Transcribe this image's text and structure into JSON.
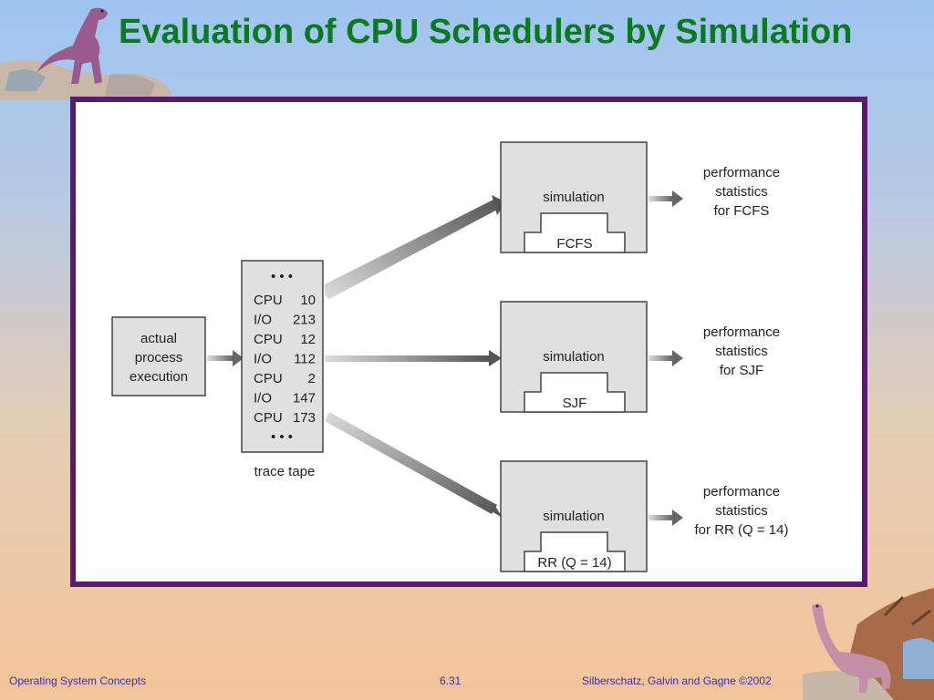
{
  "slide": {
    "title": "Evaluation of CPU Schedulers by Simulation"
  },
  "diagram": {
    "source_box": [
      "actual",
      "process",
      "execution"
    ],
    "trace": {
      "dots": "• • •",
      "rows": [
        {
          "op": "CPU",
          "val": "10"
        },
        {
          "op": "I/O",
          "val": "213"
        },
        {
          "op": "CPU",
          "val": "12"
        },
        {
          "op": "I/O",
          "val": "112"
        },
        {
          "op": "CPU",
          "val": "2"
        },
        {
          "op": "I/O",
          "val": "147"
        },
        {
          "op": "CPU",
          "val": "173"
        }
      ],
      "caption": "trace tape"
    },
    "simulations": [
      {
        "label": "simulation",
        "algorithm": "FCFS",
        "output": [
          "performance",
          "statistics",
          "for FCFS"
        ]
      },
      {
        "label": "simulation",
        "algorithm": "SJF",
        "output": [
          "performance",
          "statistics",
          "for SJF"
        ]
      },
      {
        "label": "simulation",
        "algorithm": "RR (Q = 14)",
        "output": [
          "performance",
          "statistics",
          "for RR (Q = 14)"
        ]
      }
    ]
  },
  "footer": {
    "course": "Operating System Concepts",
    "page": "6.31",
    "authors": "Silberschatz, Galvin and  Gagne ©2002"
  }
}
